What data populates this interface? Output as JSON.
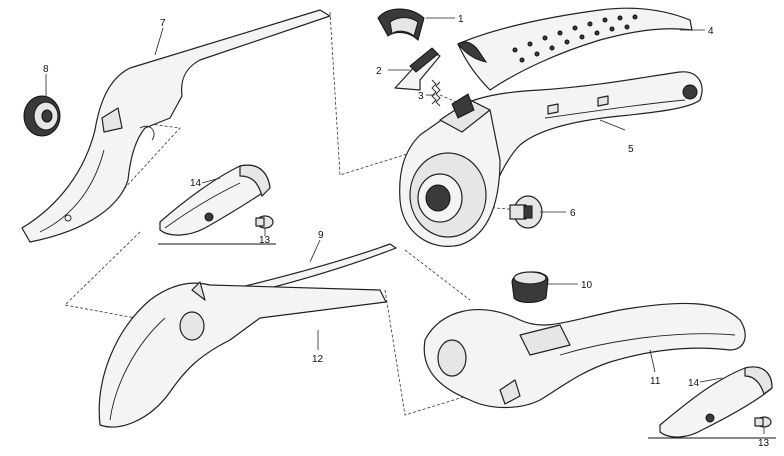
{
  "diagram": {
    "callouts": [
      {
        "id": "c1",
        "label": "1"
      },
      {
        "id": "c2",
        "label": "2"
      },
      {
        "id": "c3",
        "label": "3"
      },
      {
        "id": "c4",
        "label": "4"
      },
      {
        "id": "c5",
        "label": "5"
      },
      {
        "id": "c6",
        "label": "6"
      },
      {
        "id": "c7",
        "label": "7"
      },
      {
        "id": "c8",
        "label": "8"
      },
      {
        "id": "c9",
        "label": "9"
      },
      {
        "id": "c10",
        "label": "10"
      },
      {
        "id": "c11",
        "label": "11"
      },
      {
        "id": "c12",
        "label": "12"
      },
      {
        "id": "c13a",
        "label": "13"
      },
      {
        "id": "c14a",
        "label": "14"
      },
      {
        "id": "c13b",
        "label": "13"
      },
      {
        "id": "c14b",
        "label": "14"
      }
    ]
  }
}
